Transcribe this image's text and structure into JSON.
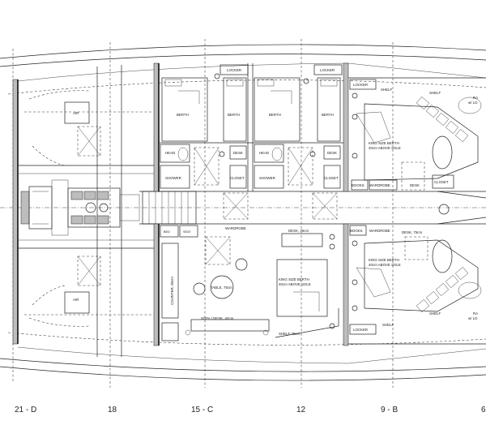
{
  "frames": [
    "21 - D",
    "18",
    "15 - C",
    "12",
    "9 - B",
    "6"
  ],
  "labels": {
    "locker": "LOCKER",
    "berth": "BERTH",
    "head": "HEAD",
    "desk": "DESK",
    "shower": "SHOWER",
    "closet": "CLOSET",
    "air": "AIR",
    "shelf": "SHELF",
    "books": "BOOKS",
    "wardrobe": "WARDROBE",
    "wardrobe_lower": "WARDROBE",
    "king_berth_fwd_l1": "KING SIZE BERTH",
    "king_berth_fwd_l2": "40cm ABOVE SOLE",
    "king_berth_fwd2_l1": "KING SIZE BERTH",
    "king_berth_fwd2_l2": "40cm ABOVE SOLE",
    "king_berth_aft_l1": "KING SIZE BERTH",
    "king_berth_aft_l2": "40cm ABOVE SOLE",
    "desk_75": "DESK, 75cm",
    "desk_75_b": "DESK, 75cm",
    "table": "TABLE, 75cm",
    "counter": "COUNTER, 90cm",
    "sofa": "SOFA / DESK, 42cm",
    "shelf_75": "SHELF 75cm",
    "desk_fwd": "DESK",
    "closet_fwd": "CLOSET",
    "books_fwd": "BOOKS",
    "bed": "BED",
    "seat": "SEAT",
    "ra": "RA",
    "lo": "w/ LO"
  }
}
